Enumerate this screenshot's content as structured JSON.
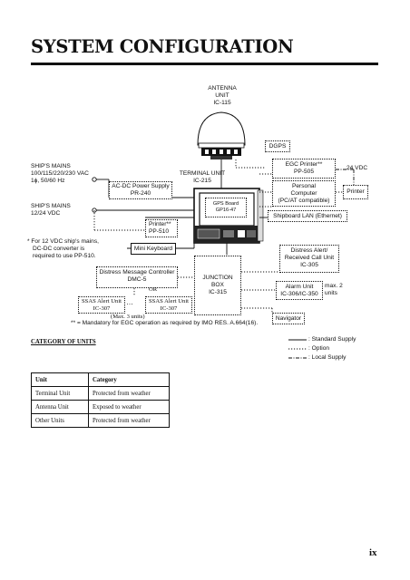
{
  "page": {
    "title": "SYSTEM CONFIGURATION",
    "page_number": "ix"
  },
  "diagram": {
    "antenna": [
      "ANTENNA",
      "UNIT",
      "IC-115"
    ],
    "terminal": [
      "TERMINAL UNIT",
      "IC-215"
    ],
    "gps_board": [
      "GPS Board",
      "GP16-47"
    ],
    "dgps": "DGPS",
    "egc_printer": [
      "EGC Printer**",
      "PP-505"
    ],
    "vdc24": "24 VDC",
    "personal_computer": [
      "Personal",
      "Computer",
      "(PC/AT compatible)"
    ],
    "printer": "Printer",
    "lan": "Shipboard LAN (Ethernet)",
    "ships_mains_ac": [
      "SHIP'S MAINS",
      "100/115/220/230 VAC",
      "1ϕ, 50/60 Hz"
    ],
    "acdc": [
      "AC-DC Power Supply",
      "PR-240"
    ],
    "ships_mains_dc": [
      "SHIP'S MAINS",
      "12/24 VDC"
    ],
    "printer_pp510": [
      "Printer**",
      "PP-510"
    ],
    "footnote_12v": [
      "* For 12 VDC ship's mains,",
      "DC-DC converter is",
      "required to use PP-510."
    ],
    "mini_keyboard": "Mini Keyboard",
    "distress_controller": [
      "Distress Message Controller",
      "DMC-5"
    ],
    "or": "OR",
    "ssas1": [
      "SSAS Alert Unit",
      "IC-307"
    ],
    "ssas2": [
      "SSAS Alert Unit",
      "IC-307"
    ],
    "max3": "(Max. 3 units)",
    "junction": [
      "JUNCTION",
      "BOX",
      "IC-315"
    ],
    "distress_alert": [
      "Distress Alert/",
      "Received Call Unit",
      "IC-305"
    ],
    "alarm": [
      "Alarm Unit",
      "IC-306/IC-350"
    ],
    "max2": [
      "max. 2",
      "units"
    ],
    "navigator": "Navigator",
    "footnote_mandatory": "** = Mandatory for EGC operation as required by IMO RES. A.664(16)."
  },
  "legend": {
    "standard": ": Standard Supply",
    "option": ": Option",
    "local": ": Local Supply"
  },
  "category": {
    "heading": "CATEGORY OF UNITS",
    "columns": [
      "Unit",
      "Category"
    ],
    "rows": [
      [
        "Terminal Unit",
        "Protected from weather"
      ],
      [
        "Antenna Unit",
        "Exposed to weather"
      ],
      [
        "Other Units",
        "Protected from weather"
      ]
    ]
  }
}
